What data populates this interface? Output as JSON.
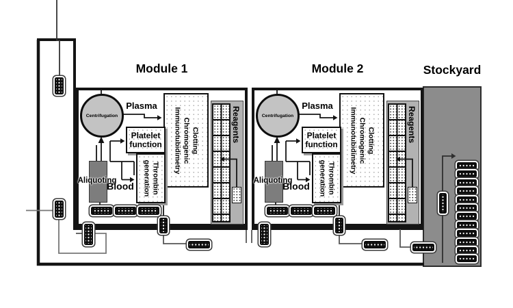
{
  "diagram": {
    "modules": [
      {
        "title": "Module 1",
        "centrifugation": "Centrifugation",
        "plasma": "Plasma",
        "analyzers": "Clotting\nChromogenic\nImmunotubidimetry",
        "platelet": "Platelet\nfunction",
        "thrombin": "Thrombin\ngeneration",
        "aliquoting": "Aliquoting",
        "blood": "Blood",
        "reagents": "Reagents"
      },
      {
        "title": "Module 2",
        "centrifugation": "Centrifugation",
        "plasma": "Plasma",
        "analyzers": "Clotting\nChromogenic\nImmunotubidimetry",
        "platelet": "Platelet\nfunction",
        "thrombin": "Thrombin\ngeneration",
        "aliquoting": "Aliquoting",
        "blood": "Blood",
        "reagents": "Reagents"
      }
    ],
    "stockyard": {
      "title": "Stockyard",
      "rack_count": 12
    },
    "colors": {
      "line": "#141414",
      "module_fill": "#ffffff",
      "centrifuge_fill": "#c3c3c3",
      "aliquoting_fill": "#7d7d7d",
      "stockyard_fill": "#8c8c8c",
      "reagents_fill": "#b2b2b2",
      "shadow": "#9a9a9a"
    }
  }
}
